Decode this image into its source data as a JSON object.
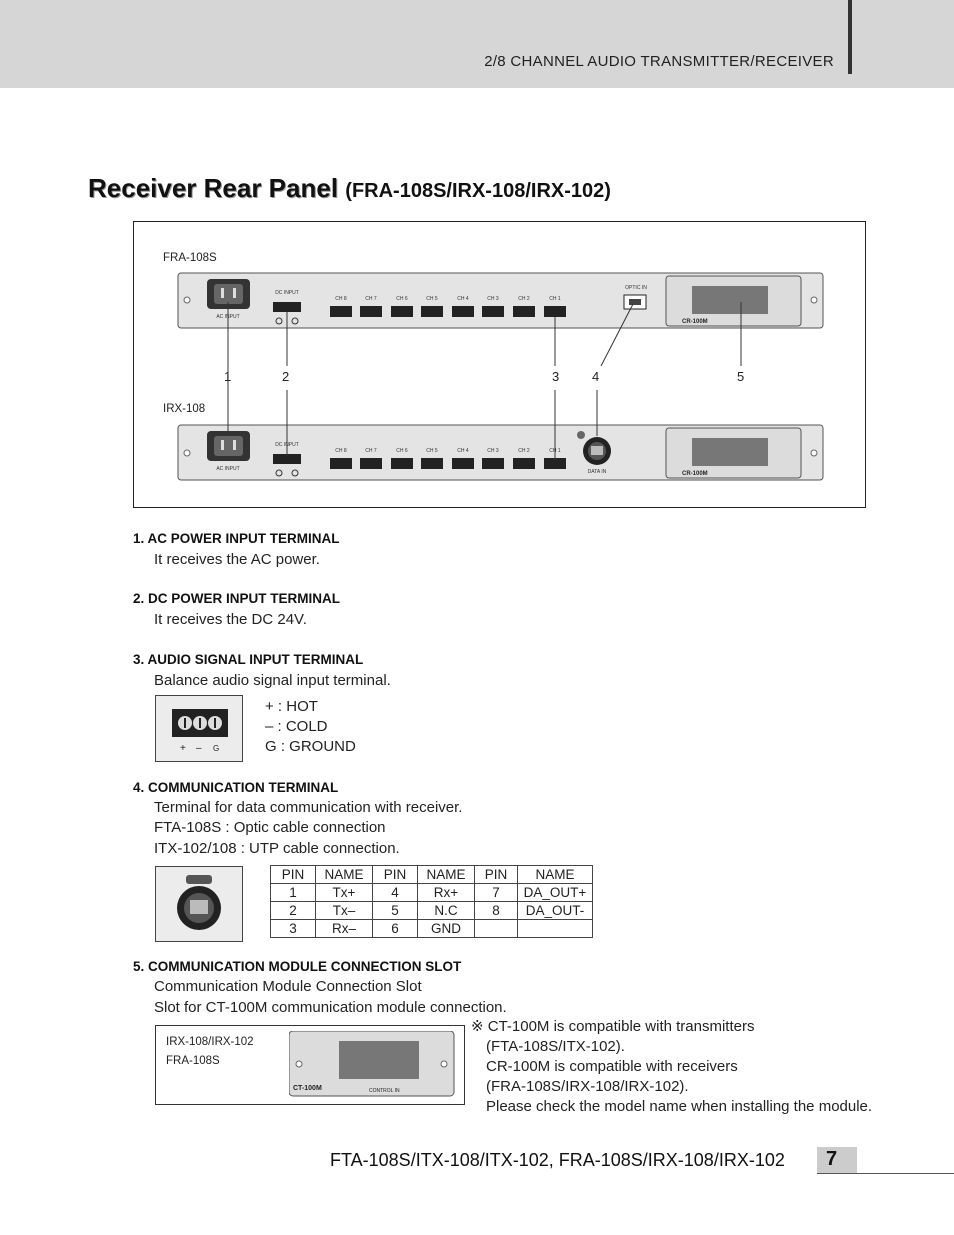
{
  "header": {
    "title": "2/8 CHANNEL AUDIO TRANSMITTER/RECEIVER"
  },
  "section": {
    "title": "Receiver Rear Panel",
    "subtitle": "(FRA-108S/IRX-108/IRX-102)"
  },
  "figure": {
    "top_label": "FRA-108S",
    "bottom_label": "IRX-108",
    "callouts": [
      "1",
      "2",
      "3",
      "4",
      "5"
    ],
    "panel_text": {
      "ac_input": "AC INPUT",
      "dc_input": "DC INPUT",
      "channels": [
        "CH 8",
        "CH 7",
        "CH 6",
        "CH 5",
        "CH 4",
        "CH 3",
        "CH 2",
        "CH 1"
      ],
      "optic_in": "OPTIC IN",
      "data_in": "DATA IN",
      "module": "CR-100M"
    }
  },
  "items": [
    {
      "head": "1. AC POWER INPUT TERMINAL",
      "lines": [
        "It receives the AC power."
      ]
    },
    {
      "head": "2. DC POWER INPUT TERMINAL",
      "lines": [
        "It receives the DC 24V."
      ]
    },
    {
      "head": "3. AUDIO SIGNAL INPUT TERMINAL",
      "lines": [
        "Balance audio signal input terminal."
      ]
    },
    {
      "head": "4. COMMUNICATION TERMINAL",
      "lines": [
        "Terminal for data communication with receiver.",
        "FTA-108S : Optic cable connection",
        "ITX-102/108 : UTP cable connection."
      ]
    },
    {
      "head": "5. COMMUNICATION MODULE CONNECTION SLOT",
      "lines": [
        "Communication Module Connection Slot",
        "Slot for CT-100M communication module connection."
      ]
    }
  ],
  "audio_legend": [
    "+ : HOT",
    "– : COLD",
    "G : GROUND"
  ],
  "terminal_marks": [
    "+",
    "–",
    "G"
  ],
  "pin_table": {
    "headers": [
      "PIN",
      "NAME",
      "PIN",
      "NAME",
      "PIN",
      "NAME"
    ],
    "rows": [
      [
        "1",
        "Tx+",
        "4",
        "Rx+",
        "7",
        "DA_OUT+"
      ],
      [
        "2",
        "Tx–",
        "5",
        "N.C",
        "8",
        "DA_OUT-"
      ],
      [
        "3",
        "Rx–",
        "6",
        "GND",
        "",
        ""
      ]
    ]
  },
  "module_box": {
    "labels": [
      "IRX-108/IRX-102",
      "FRA-108S"
    ],
    "module_name": "CT-100M",
    "control_label": "CONTROL IN"
  },
  "note": {
    "lines": [
      "※ CT-100M is compatible with transmitters",
      "(FTA-108S/ITX-102).",
      "CR-100M is compatible with receivers",
      "(FRA-108S/IRX-108/IRX-102).",
      "Please check the model name when installing the module."
    ]
  },
  "footer": {
    "title": "FTA-108S/ITX-108/ITX-102, FRA-108S/IRX-108/IRX-102",
    "page_number": "7"
  }
}
